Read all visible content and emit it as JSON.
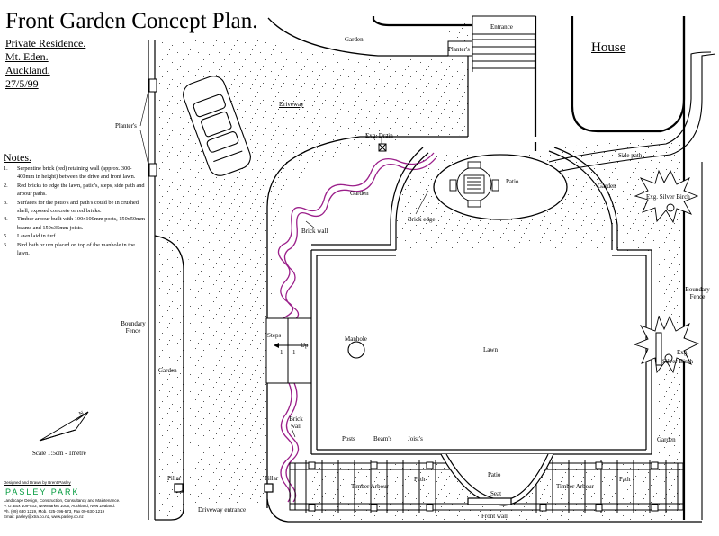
{
  "title": "Front Garden Concept Plan.",
  "info": [
    "Private Residence.",
    "Mt. Eden.",
    "Auckland.",
    "27/5/99"
  ],
  "notes": {
    "heading": "Notes.",
    "items": [
      {
        "num": "1.",
        "text": "Serpentine brick (red) retaining wall (approx. 300-400mm in height) between the drive and front lawn."
      },
      {
        "num": "2.",
        "text": "Red bricks to edge the lawn, patio's, steps, side path and arbour paths."
      },
      {
        "num": "3.",
        "text": "Surfaces for the patio's and path's could be in crushed shell, exposed concrete or red bricks."
      },
      {
        "num": "4.",
        "text": "Timber arbour built with 100x100mm posts, 150x50mm beams and 150x35mm joists."
      },
      {
        "num": "5.",
        "text": "Lawn laid in turf."
      },
      {
        "num": "6.",
        "text": "Bird bath or urn placed on top of the manhole in the lawn."
      }
    ]
  },
  "labels": {
    "house": "House",
    "entrance": "Entrance",
    "planters_top": "Planter's",
    "garden_top": "Garden",
    "planters_left": "Planter's",
    "driveway": "Driveway",
    "exg_drain": "Exg. Drain",
    "side_path": "Side path",
    "patio_top": "Patio",
    "garden_mid": "Garden",
    "garden_right": "Garden",
    "exg_silver_birch_top": "Exg. Silver Birch",
    "brick_edge": "Brick edge",
    "brick_wall_top": "Brick wall",
    "boundary_fence_right": "Boundary Fence",
    "steps": "Steps",
    "step1": "1",
    "step2": "1",
    "up": "Up",
    "manhole": "Manhole",
    "lawn": "Lawn",
    "exg": "Exg.",
    "silver_birch": "Silver Birch",
    "boundary_fence_left": "Boundary Fence",
    "garden_left": "Garden",
    "brick_wall_bottom": "Brick wall",
    "posts": "Posts",
    "beams": "Beam's",
    "joists": "Joist's",
    "garden_bottom_right": "Garden",
    "patio_bottom": "Patio",
    "path_left": "Path",
    "path_right": "Path",
    "timber_arbour_left": "Timber Arbour",
    "timber_arbour_right": "Timber Arbour",
    "seat": "Seat",
    "front_wall": "Front wall",
    "pillar_left": "Pillar",
    "pillar_right": "Pillar",
    "driveway_entrance": "Driveway entrance",
    "scale": "Scale 1:5cm - 1metre",
    "north": "N"
  },
  "credits": {
    "designed_by": "Designed and Drawn by Brent Pasley",
    "firm": "PASLEY PARK",
    "lines": [
      "Landscape Design, Construction, Consultancy and Maintenance.",
      "P. O. Box 109-033, Newmarket 1005, Auckland, New Zealand.",
      "Ph. (09) 630 1219, Mob. 025-796-573, Fax 09-630-1219",
      "Email: pasley@xtra.co.nz, www.pasley.co.nz"
    ]
  },
  "colors": {
    "serpentine_wall": "#9b1f8a",
    "firm_text": "#009a3c",
    "line": "#000000"
  }
}
